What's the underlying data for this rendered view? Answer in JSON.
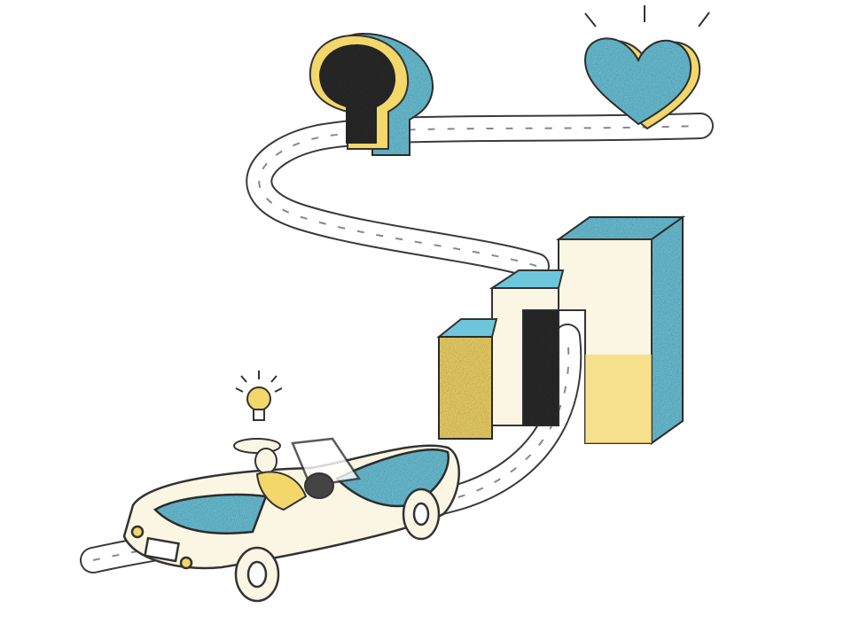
{
  "illustration": {
    "colors": {
      "blue": "#6ec6dc",
      "yellow": "#f3d76a",
      "cream": "#fbf6e3",
      "dark": "#2b2b2b",
      "road": "#ffffff",
      "outline": "#3a3a3a"
    },
    "elements": [
      "winding-road",
      "keyhole",
      "heart",
      "stair-buildings",
      "convertible-car",
      "driver",
      "lightbulb-idea"
    ]
  }
}
